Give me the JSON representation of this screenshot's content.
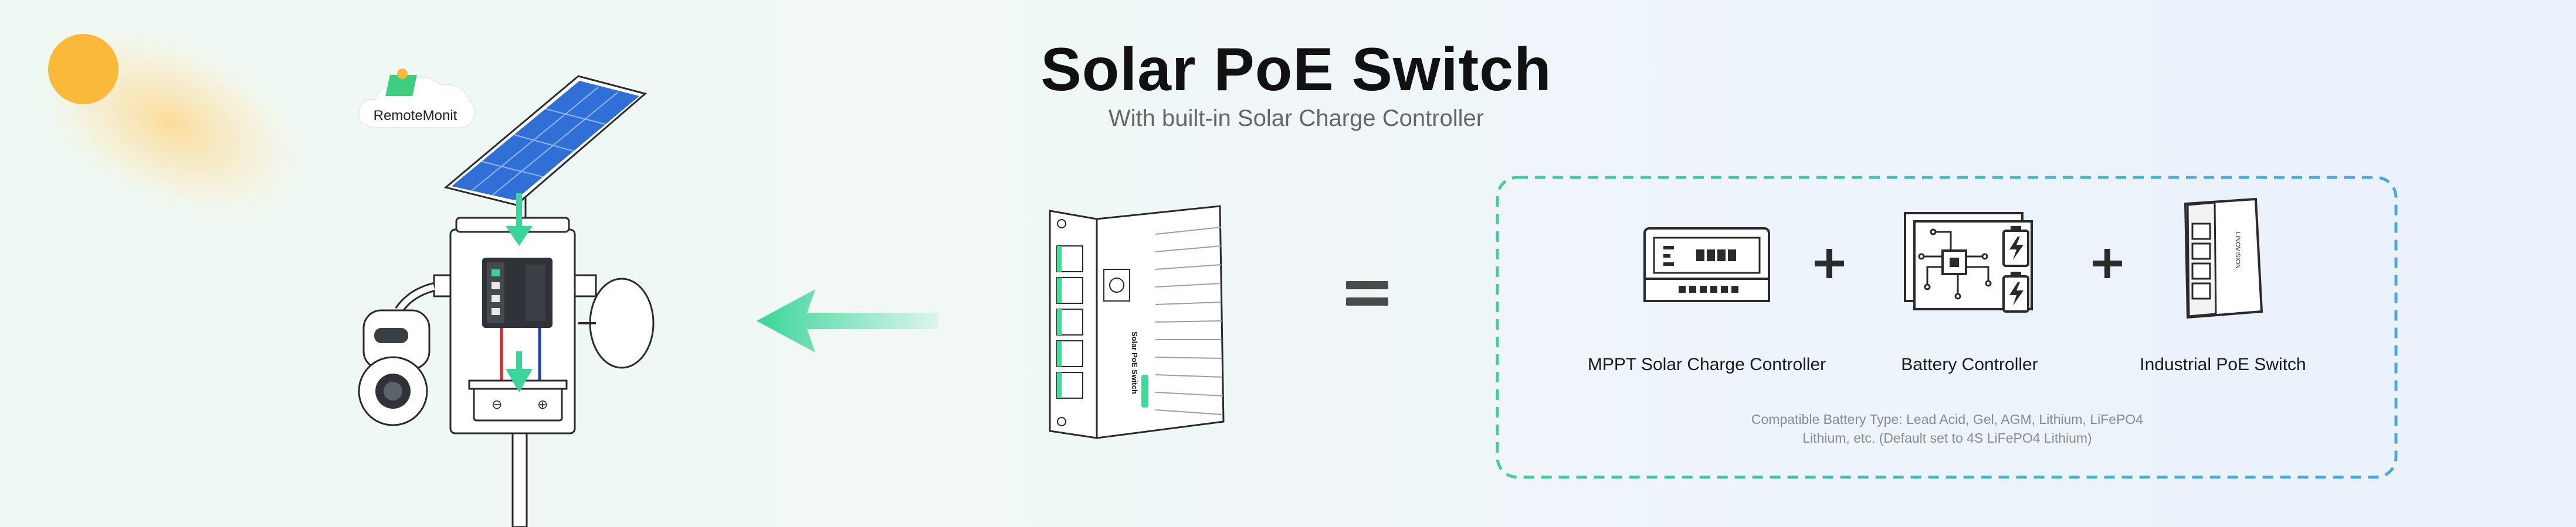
{
  "header": {
    "title": "Solar PoE Switch",
    "subtitle": "With built-in Solar Charge Controller"
  },
  "scene": {
    "cloud_label": "RemoteMonit",
    "cable_colors": {
      "positive": "#d62828",
      "negative": "#1f3fbf"
    },
    "arrow_color": "#3ad59a",
    "solar_panel_color": "#2f6fd6"
  },
  "product": {
    "side_text": "Solar PoE Switch",
    "accent_color": "#3ddc97"
  },
  "components": [
    {
      "label": "MPPT Solar Charge Controller",
      "icon": "mppt-controller-icon"
    },
    {
      "label": "Battery Controller",
      "icon": "battery-controller-icon"
    },
    {
      "label": "Industrial PoE Switch",
      "icon": "industrial-switch-icon"
    }
  ],
  "battery_note": {
    "line1": "Compatible Battery Type: Lead Acid, Gel, AGM, Lithium, LiFePO4",
    "line2": "Lithium, etc. (Default set to 4S LiFePO4 Lithium)"
  },
  "colors": {
    "dash_green": "#3fcf97",
    "dash_blue": "#4aa7e6",
    "title": "#111111"
  }
}
